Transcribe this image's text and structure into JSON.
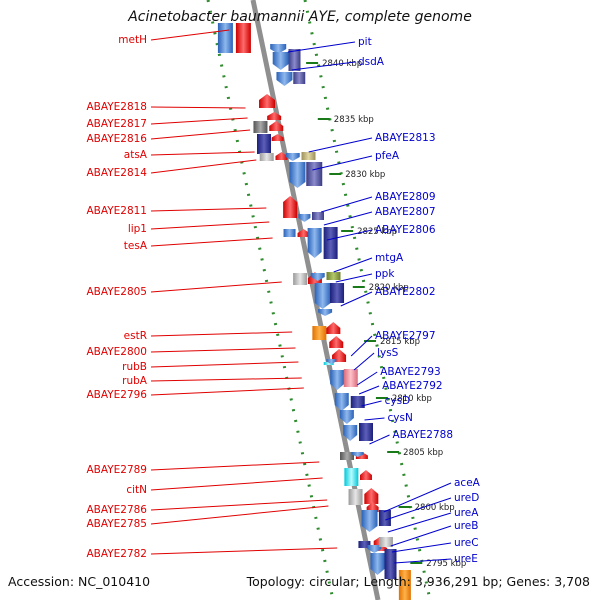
{
  "title": "Acinetobacter baumannii AYE, complete genome",
  "accession": "Accession: NC_010410",
  "topology": "Topology: circular; Length: 3,936,291 bp; Genes: 3,708",
  "scale_labels": [
    "2840 kbp",
    "2835 kbp",
    "2830 kbp",
    "2825 kbp",
    "2820 kbp",
    "2815 kbp",
    "2810 kbp",
    "2805 kbp",
    "2800 kbp",
    "2795 kbp"
  ],
  "reverse_genes": [
    "metH",
    "ABAYE2818",
    "ABAYE2817",
    "ABAYE2816",
    "atsA",
    "ABAYE2814",
    "ABAYE2811",
    "lip1",
    "tesA",
    "ABAYE2805",
    "estR",
    "ABAYE2800",
    "rubB",
    "rubA",
    "ABAYE2796",
    "ABAYE2789",
    "citN",
    "ABAYE2786",
    "ABAYE2785",
    "ABAYE2782"
  ],
  "forward_genes": [
    "pit",
    "dsdA",
    "ABAYE2813",
    "pfeA",
    "ABAYE2809",
    "ABAYE2807",
    "ABAYE2806",
    "mtgA",
    "ppk",
    "ABAYE2802",
    "ABAYE2797",
    "lysS",
    "ABAYE2793",
    "ABAYE2792",
    "cysD",
    "cysN",
    "ABAYE2788",
    "aceA",
    "ureD",
    "ureA",
    "ureB",
    "ureC",
    "ureE"
  ],
  "colors": {
    "reverse_label": "#e00000",
    "forward_label": "#0000cc",
    "arrow_red": "#ee1111",
    "arrow_blue": "#1111ee",
    "backbone": "#999999",
    "dots": "#2e8b2e"
  }
}
